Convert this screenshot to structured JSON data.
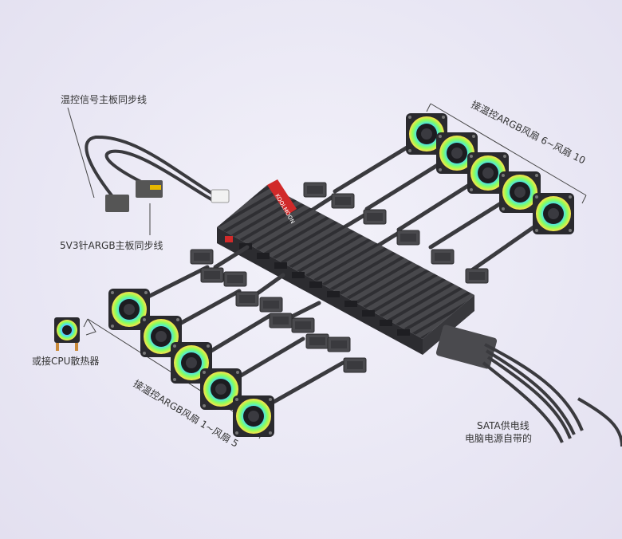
{
  "labels": {
    "temp_sync": "温控信号主板同步线",
    "argb_sync": "5V3针ARGB主板同步线",
    "cpu_cooler": "或接CPU散热器",
    "fans_top": "接温控ARGB风扇 6~风扇 10",
    "fans_bottom": "接温控ARGB风扇 1~风扇 5",
    "sata_line1": "SATA供电线",
    "sata_line2": "电脑电源自带的",
    "hub_brand": "KOOLMOON"
  }
}
